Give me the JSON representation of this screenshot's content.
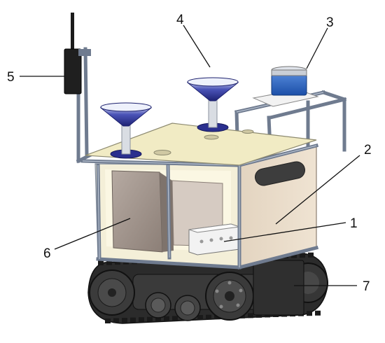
{
  "figure": {
    "callouts": [
      {
        "id": "1",
        "label": "1"
      },
      {
        "id": "2",
        "label": "2"
      },
      {
        "id": "3",
        "label": "3"
      },
      {
        "id": "4",
        "label": "4"
      },
      {
        "id": "5",
        "label": "5"
      },
      {
        "id": "6",
        "label": "6"
      },
      {
        "id": "7",
        "label": "7"
      }
    ],
    "colors": {
      "frame": "#8a96a8",
      "panel": "#e9dccb",
      "deck": "#f1ebc4",
      "antenna_dish": "#2a2f8e",
      "lidar": "#2a66c8",
      "track": "#262626",
      "battery_box": "#9c8f86"
    }
  }
}
